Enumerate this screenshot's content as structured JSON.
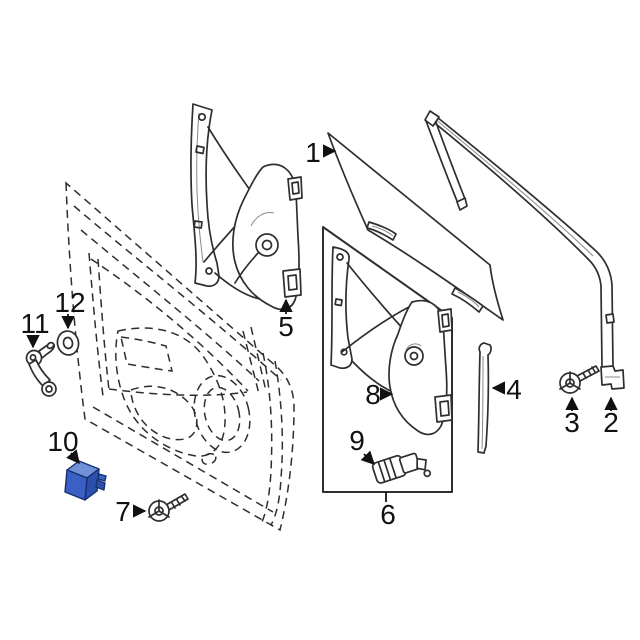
{
  "figure": {
    "background_color": "#ffffff",
    "line_color": "#2e2e2e",
    "label_color": "#111111",
    "highlight": {
      "front": "#3a5fc5",
      "top": "#7090d8",
      "side": "#2c4fae",
      "outline": "#15306e"
    },
    "callouts": [
      "1",
      "2",
      "3",
      "4",
      "5",
      "6",
      "7",
      "8",
      "9",
      "10",
      "11",
      "12"
    ]
  }
}
